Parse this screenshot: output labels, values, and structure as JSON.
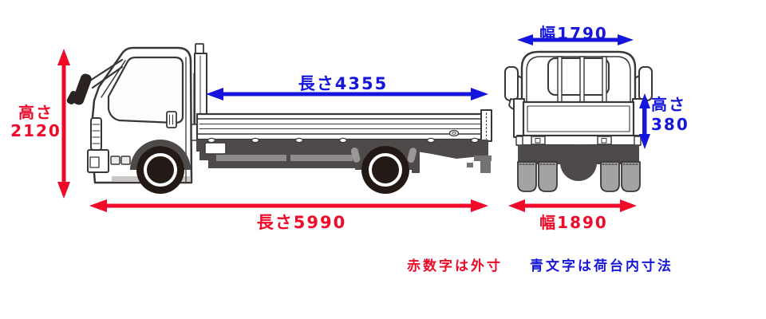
{
  "dimensions": {
    "overall_height": {
      "label": "高さ",
      "value": "2120"
    },
    "bed_inner_length": {
      "label": "長さ4355"
    },
    "overall_length": {
      "label": "長さ5990"
    },
    "bed_inner_width": {
      "label": "幅1790"
    },
    "bed_inner_height": {
      "label": "高さ",
      "value": "380"
    },
    "overall_width": {
      "label": "幅1890"
    }
  },
  "legend": {
    "red_note": "赤数字は外寸",
    "blue_note": "青文字は荷台内寸法"
  },
  "colors": {
    "outer_dimension_red": "#ee0a28",
    "inner_dimension_blue": "#1515dd"
  }
}
